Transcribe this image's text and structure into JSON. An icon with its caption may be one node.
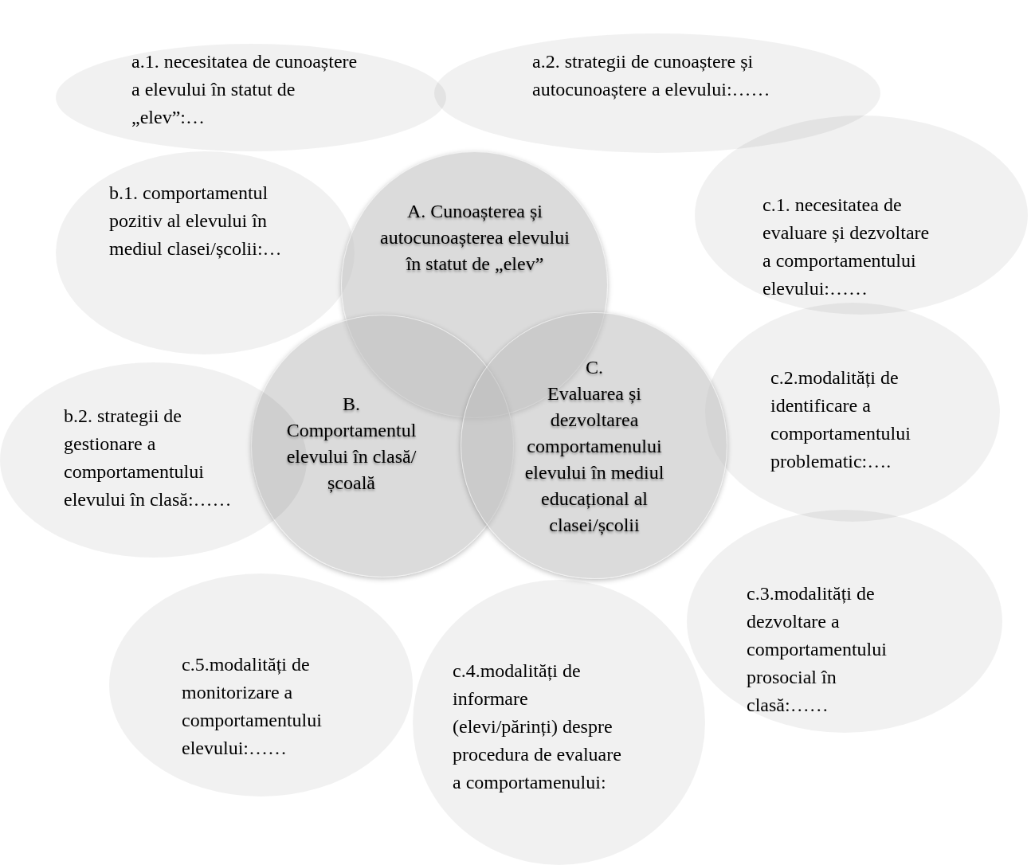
{
  "diagram": {
    "nodes": [
      {
        "text": [
          "a.1. necesitatea de cunoaștere a elevului în statut de „elev”:…"
        ]
      },
      {
        "text": [
          "a.2. strategii de cunoaștere și autocunoaștere a elevului:……"
        ]
      },
      {
        "text": [
          "b.1. comportamentul pozitiv al elevului în mediul clasei/școlii:…"
        ]
      },
      {
        "text": [
          "A. Cunoașterea și autocunoașterea elevului în statut de „elev”"
        ]
      },
      {
        "text": [
          "c.1. necesitatea de evaluare și dezvoltare a comportamentului elevului:……"
        ]
      },
      {
        "text": [
          "c.2.modalități  de identificare a comportamentului problematic:…."
        ]
      },
      {
        "text": [
          "B.",
          "Comportamentul elevului în clasă/școală"
        ]
      },
      {
        "text": [
          "C.",
          "Evaluarea și dezvoltarea comportamenului elevului în mediul educațional al clasei/școlii"
        ]
      },
      {
        "text": [
          "b.2. strategii de gestionare a comportamentului elevului în clasă:……"
        ]
      },
      {
        "text": [
          "c.3.modalități de dezvoltare a comportamentului prosocial în clasă:……"
        ]
      },
      {
        "text": [
          "c.5.modalități de monitorizare a comportamentului elevului:……"
        ]
      },
      {
        "text": [
          "c.4.modalități de informare (elevi/părinți) despre procedura de evaluare a comportamenului:"
        ]
      }
    ]
  }
}
